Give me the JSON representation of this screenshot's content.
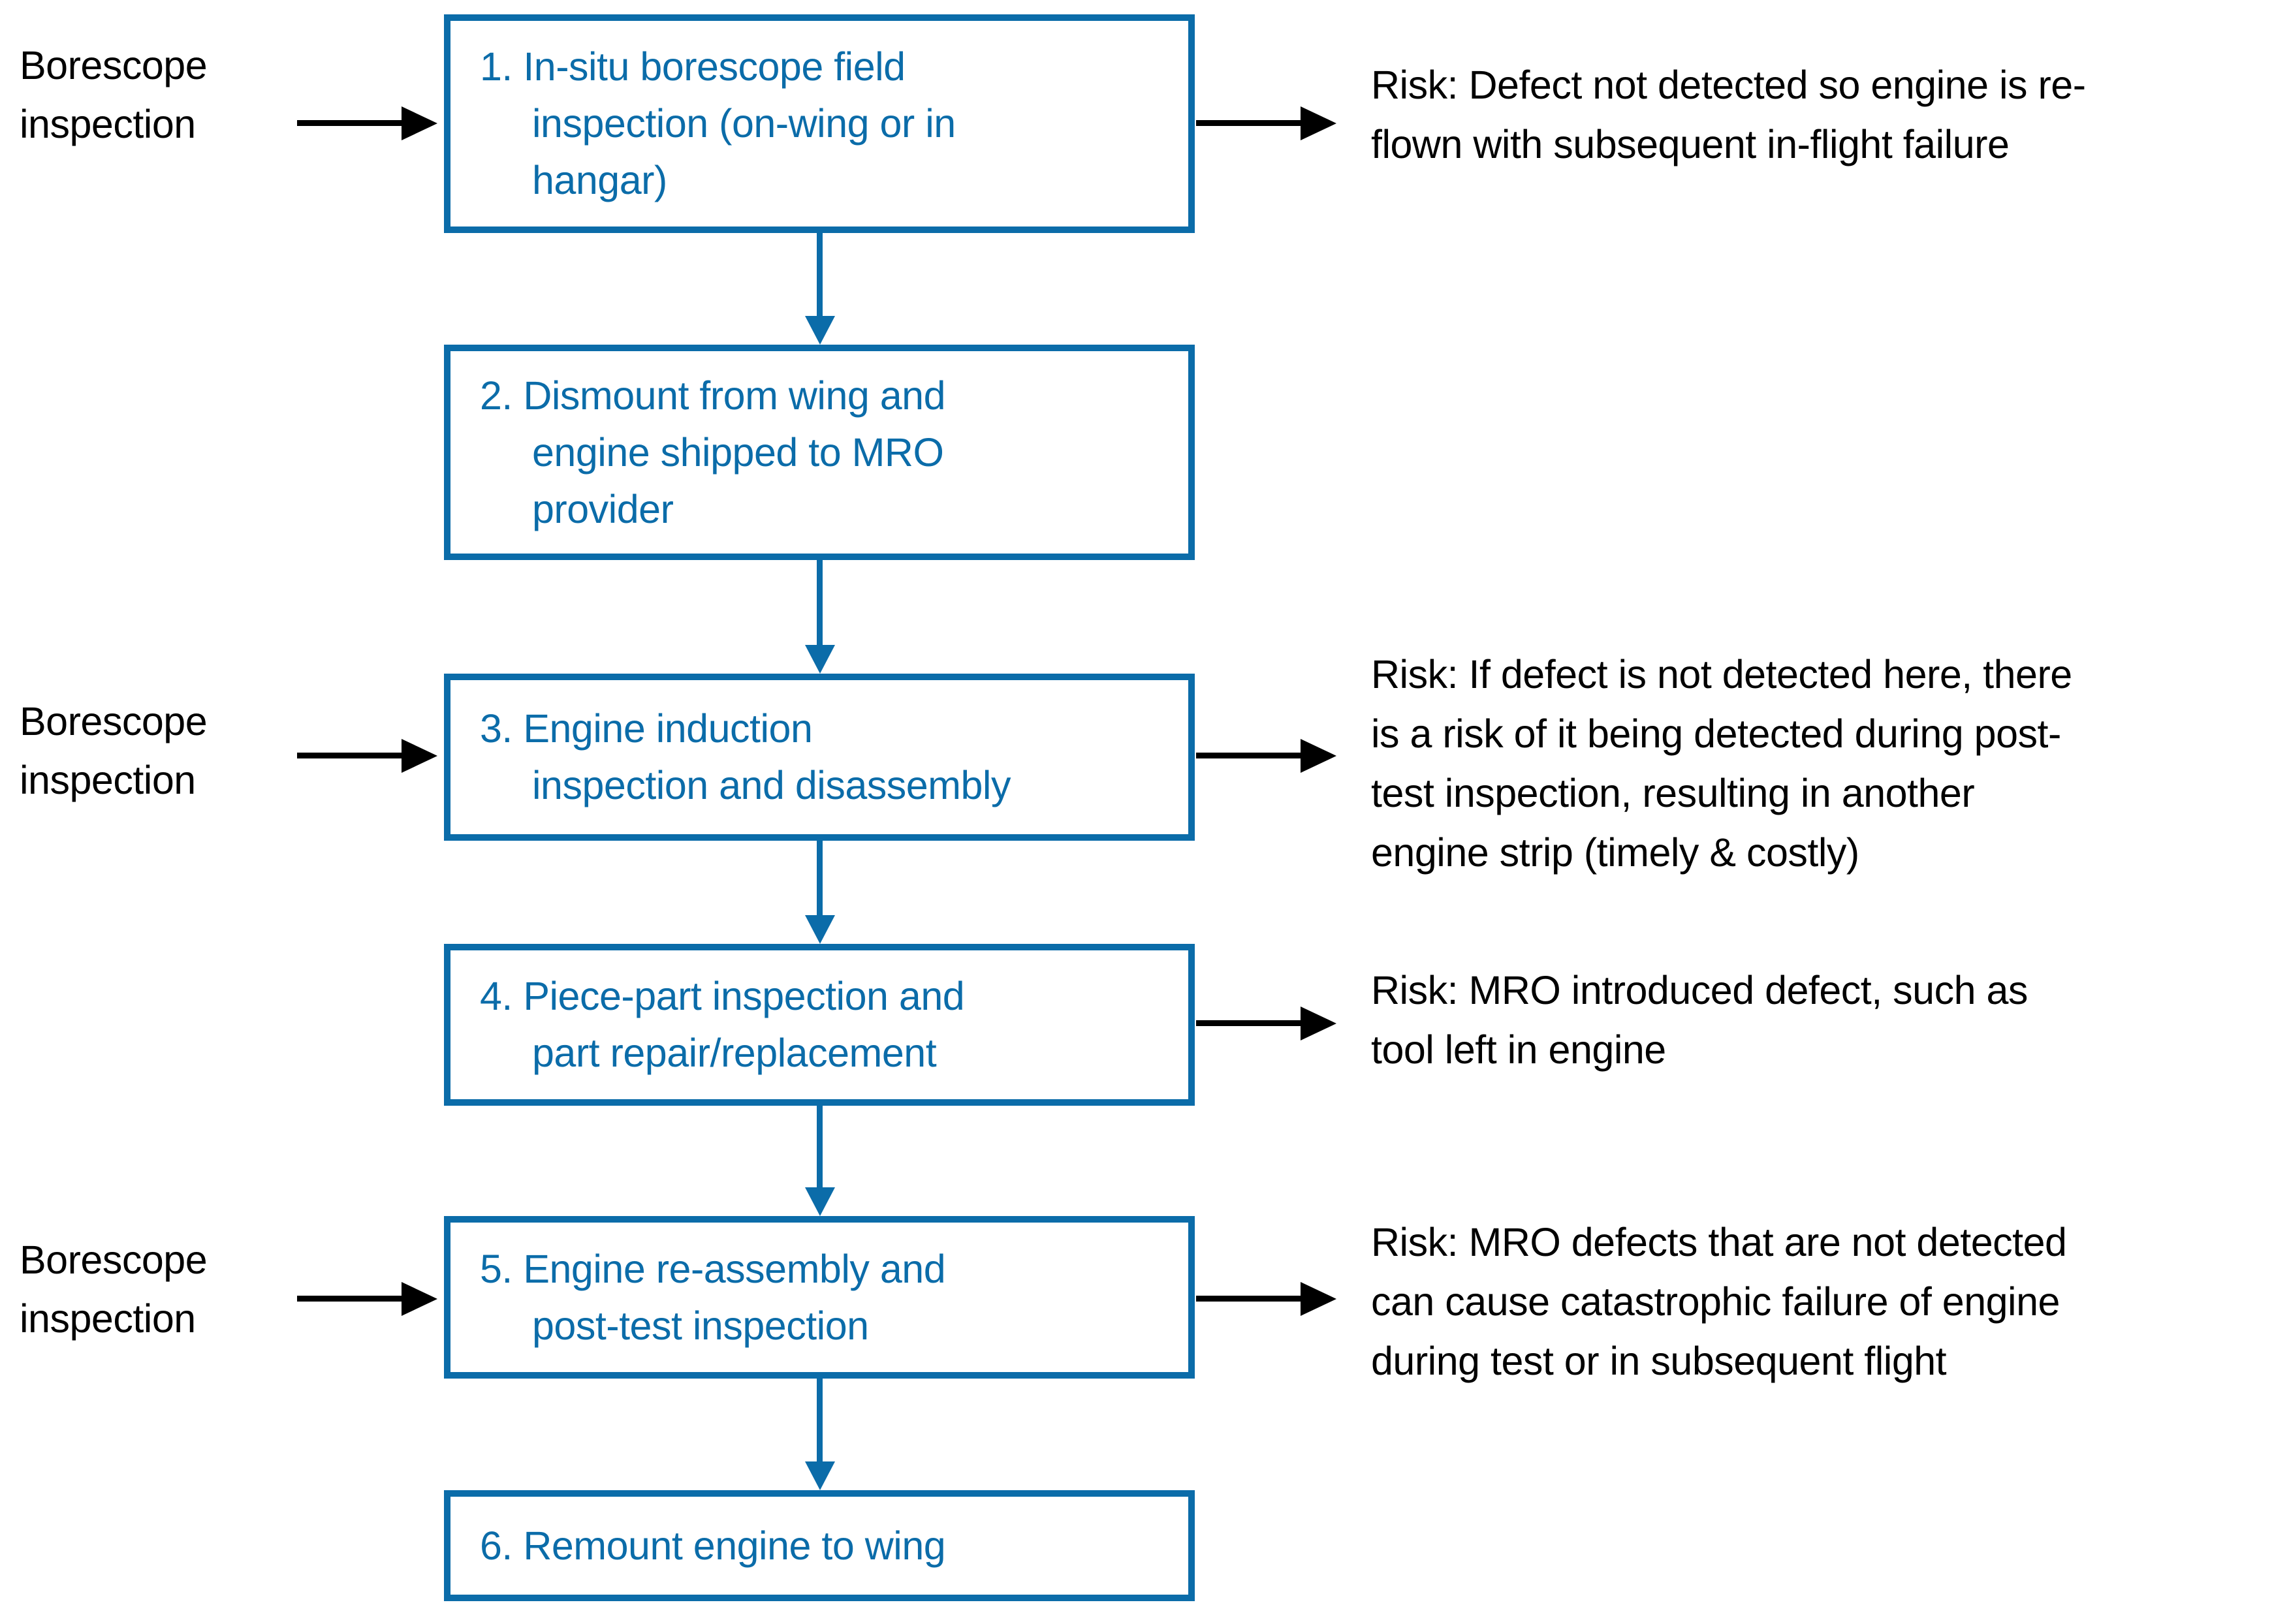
{
  "colors": {
    "accent_blue": "#0B6CA9",
    "text_black": "#000000",
    "background": "#FFFFFF"
  },
  "flow": {
    "steps": [
      {
        "side_label_lines": [
          "Borescope",
          "inspection"
        ],
        "box_lines": [
          "1. In-situ borescope field",
          "inspection (on-wing or in",
          "hangar)"
        ],
        "risk_lines": [
          "Risk: Defect not detected so engine is re-",
          "flown with subsequent in-flight failure"
        ]
      },
      {
        "box_lines": [
          "2. Dismount from wing and",
          "engine shipped to MRO",
          "provider"
        ]
      },
      {
        "side_label_lines": [
          "Borescope",
          "inspection"
        ],
        "box_lines": [
          "3. Engine induction",
          "inspection and disassembly"
        ],
        "risk_lines": [
          "Risk: If defect is not detected here, there",
          "is a risk of it being detected during post-",
          "test inspection, resulting in another",
          "engine strip (timely & costly)"
        ]
      },
      {
        "box_lines": [
          "4. Piece-part inspection and",
          "part repair/replacement"
        ],
        "risk_lines": [
          "Risk: MRO introduced defect, such as",
          "tool left in engine"
        ]
      },
      {
        "side_label_lines": [
          "Borescope",
          "inspection"
        ],
        "box_lines": [
          "5. Engine re-assembly and",
          "post-test inspection"
        ],
        "risk_lines": [
          "Risk: MRO defects that are not detected",
          "can cause catastrophic failure of engine",
          "during test or in subsequent flight"
        ]
      },
      {
        "box_lines": [
          "6. Remount engine to wing"
        ]
      }
    ]
  }
}
